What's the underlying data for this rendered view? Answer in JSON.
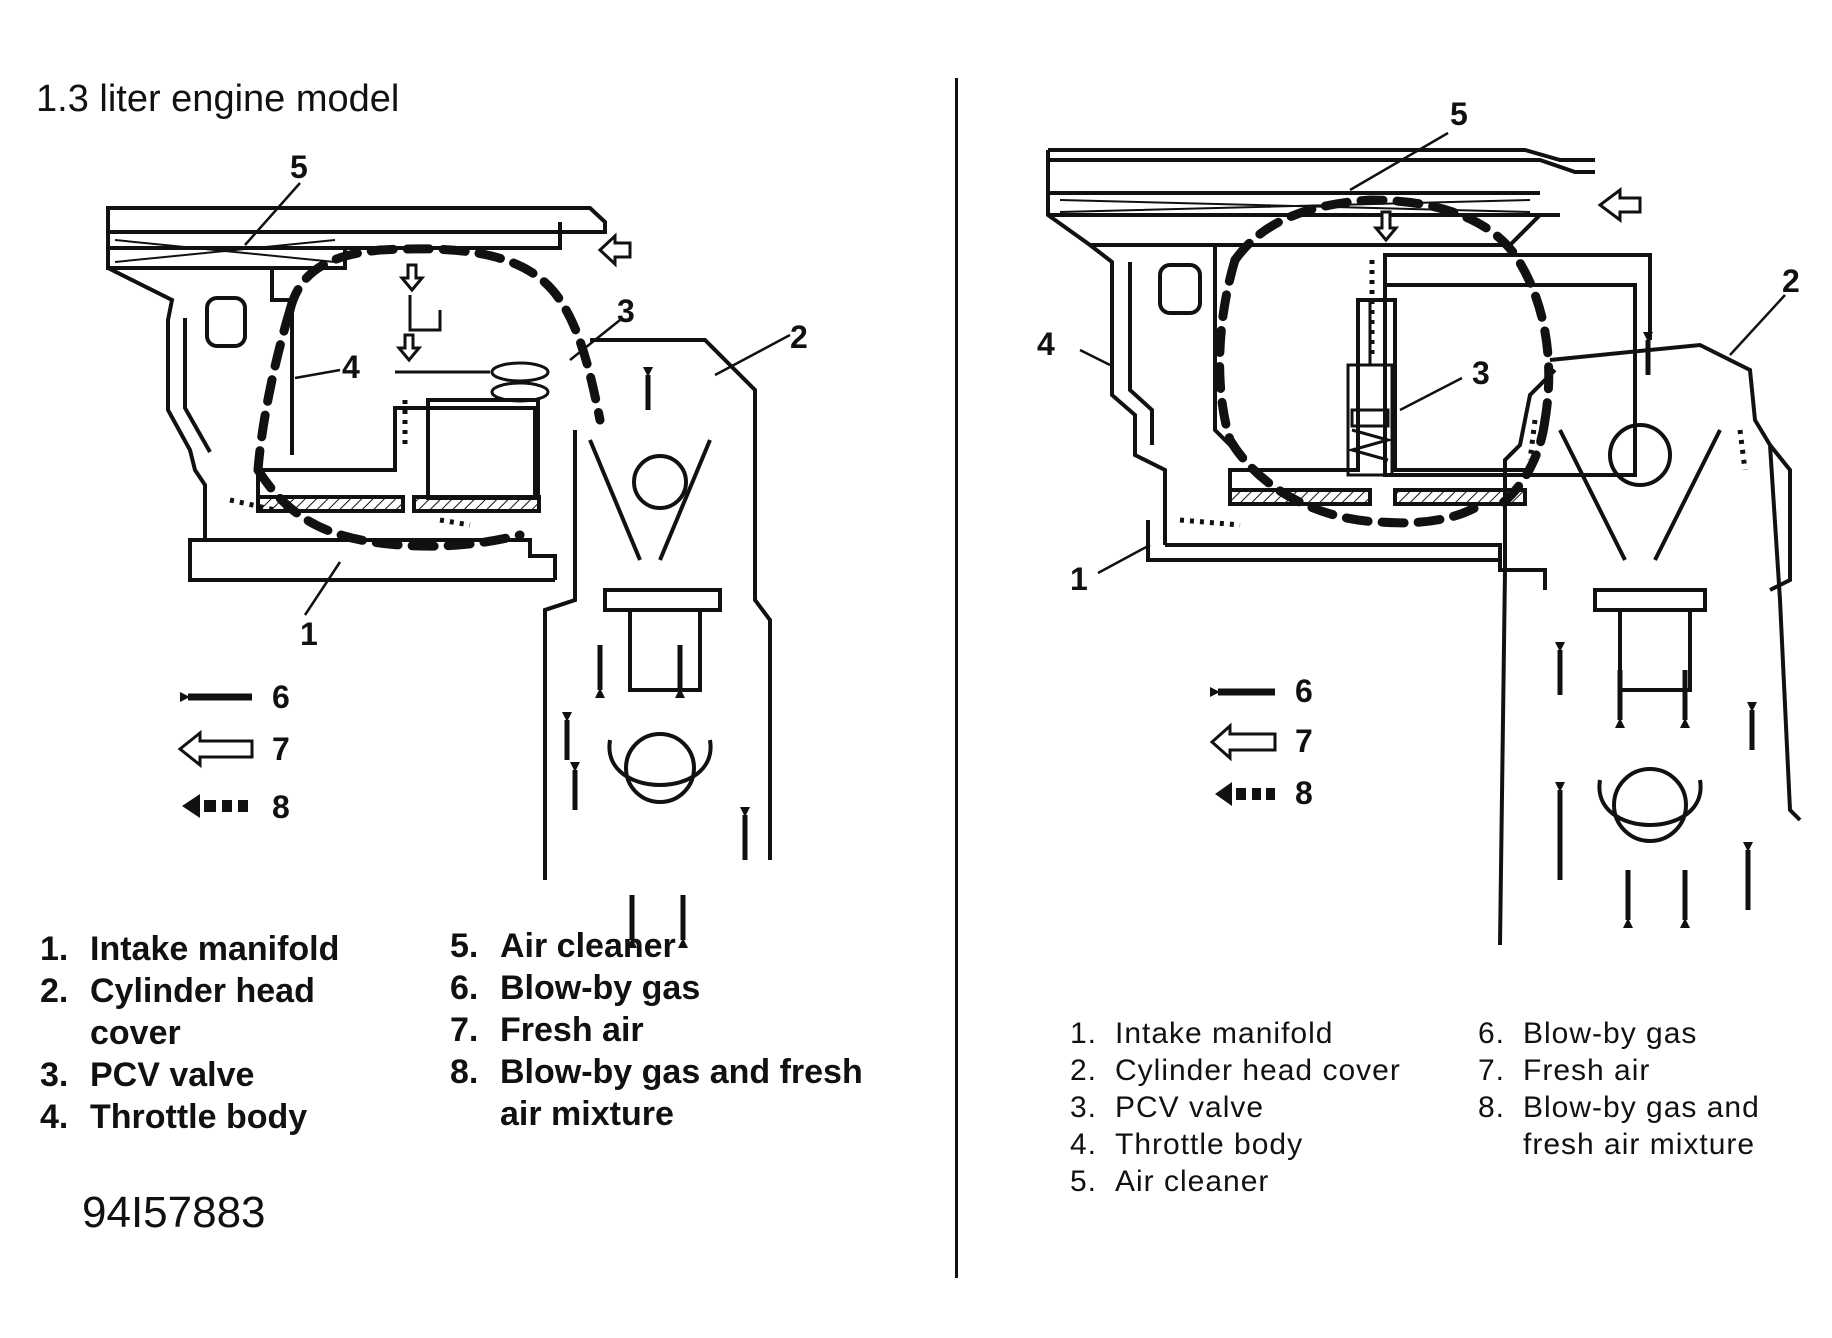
{
  "left": {
    "title": "1.3 liter engine model",
    "figure_id": "94I57883",
    "callouts": [
      "5",
      "3",
      "2",
      "4",
      "1"
    ],
    "legend_symbols": [
      "6",
      "7",
      "8"
    ],
    "parts_col1": [
      {
        "num": "1.",
        "label": "Intake manifold"
      },
      {
        "num": "2.",
        "label": "Cylinder head"
      },
      {
        "num": "",
        "label": "cover"
      },
      {
        "num": "3.",
        "label": "PCV valve"
      },
      {
        "num": "4.",
        "label": "Throttle body"
      }
    ],
    "parts_col2": [
      {
        "num": "5.",
        "label": "Air cleaner"
      },
      {
        "num": "6.",
        "label": "Blow-by gas"
      },
      {
        "num": "7.",
        "label": "Fresh air"
      },
      {
        "num": "8.",
        "label": "Blow-by gas and fresh"
      },
      {
        "num": "",
        "label": "air mixture"
      }
    ]
  },
  "right": {
    "callouts": [
      "5",
      "2",
      "4",
      "3",
      "1"
    ],
    "legend_symbols": [
      "6",
      "7",
      "8"
    ],
    "parts_col1": [
      {
        "num": "1.",
        "label": "Intake manifold"
      },
      {
        "num": "2.",
        "label": "Cylinder head cover"
      },
      {
        "num": "3.",
        "label": "PCV valve"
      },
      {
        "num": "4.",
        "label": "Throttle body"
      },
      {
        "num": "5.",
        "label": "Air cleaner"
      }
    ],
    "parts_col2": [
      {
        "num": "6.",
        "label": "Blow-by gas"
      },
      {
        "num": "7.",
        "label": "Fresh air"
      },
      {
        "num": "8.",
        "label": "Blow-by gas and"
      },
      {
        "num": "",
        "label": "fresh air mixture"
      }
    ]
  }
}
